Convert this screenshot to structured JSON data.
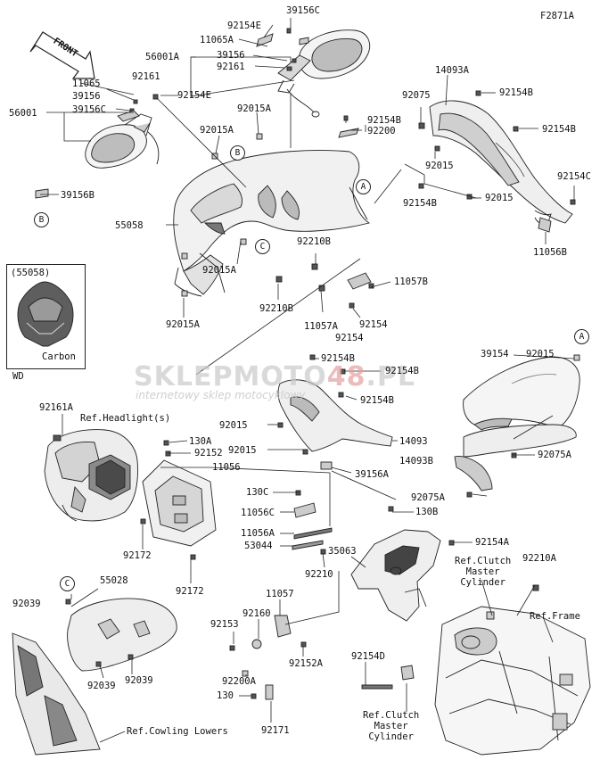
{
  "diagram_code": "F2871A",
  "front_label": "FRONT",
  "watermark": {
    "brand_a": "SKLEP",
    "brand_b": "MOTO",
    "brand_c": "48",
    "brand_d": ".PL",
    "tagline": "internetowy sklep motocyklowy"
  },
  "inset": {
    "part": "(55058)",
    "variant": "Carbon",
    "code": "WD"
  },
  "callouts": [
    "A",
    "B",
    "C"
  ],
  "labels": [
    {
      "id": "p39156c_top",
      "text": "39156C"
    },
    {
      "id": "p92154e_top",
      "text": "92154E"
    },
    {
      "id": "p11065a",
      "text": "11065A"
    },
    {
      "id": "p56001a",
      "text": "56001A"
    },
    {
      "id": "p39156_top",
      "text": "39156"
    },
    {
      "id": "p92161_top",
      "text": "92161"
    },
    {
      "id": "p11065",
      "text": "11065"
    },
    {
      "id": "p92161_l",
      "text": "92161"
    },
    {
      "id": "p39156_l",
      "text": "39156"
    },
    {
      "id": "p39156c_l",
      "text": "39156C"
    },
    {
      "id": "p56001",
      "text": "56001"
    },
    {
      "id": "p92154e_l",
      "text": "92154E"
    },
    {
      "id": "p92015a_1",
      "text": "92015A"
    },
    {
      "id": "p92015a_2",
      "text": "92015A"
    },
    {
      "id": "p39156b",
      "text": "39156B"
    },
    {
      "id": "p55058",
      "text": "55058"
    },
    {
      "id": "p92015a_3",
      "text": "92015A"
    },
    {
      "id": "p92015a_4",
      "text": "92015A"
    },
    {
      "id": "p92154b_1",
      "text": "92154B"
    },
    {
      "id": "p92200",
      "text": "92200"
    },
    {
      "id": "p14093a",
      "text": "14093A"
    },
    {
      "id": "p92075",
      "text": "92075"
    },
    {
      "id": "p92154b_2",
      "text": "92154B"
    },
    {
      "id": "p92154b_3",
      "text": "92154B"
    },
    {
      "id": "p92015_r1",
      "text": "92015"
    },
    {
      "id": "p92154c",
      "text": "92154C"
    },
    {
      "id": "p92154b_4",
      "text": "92154B"
    },
    {
      "id": "p92015_r2",
      "text": "92015"
    },
    {
      "id": "p11056b",
      "text": "11056B"
    },
    {
      "id": "p92210b_1",
      "text": "92210B"
    },
    {
      "id": "p92210b_2",
      "text": "92210B"
    },
    {
      "id": "p11057b",
      "text": "11057B"
    },
    {
      "id": "p11057a",
      "text": "11057A"
    },
    {
      "id": "p92154_a",
      "text": "92154"
    },
    {
      "id": "p92154_b",
      "text": "92154"
    },
    {
      "id": "p92154b_5",
      "text": "92154B"
    },
    {
      "id": "p92154b_6",
      "text": "92154B"
    },
    {
      "id": "p39154",
      "text": "39154"
    },
    {
      "id": "p92015_m",
      "text": "92015"
    },
    {
      "id": "p92161a",
      "text": "92161A"
    },
    {
      "id": "pref_headlight",
      "text": "Ref.Headlight(s)"
    },
    {
      "id": "p92154b_7",
      "text": "92154B"
    },
    {
      "id": "p92015_c1",
      "text": "92015"
    },
    {
      "id": "p92015_c2",
      "text": "92015"
    },
    {
      "id": "p14093",
      "text": "14093"
    },
    {
      "id": "p14093b",
      "text": "14093B"
    },
    {
      "id": "p92075a_1",
      "text": "92075A"
    },
    {
      "id": "p130a",
      "text": "130A"
    },
    {
      "id": "p92152",
      "text": "92152"
    },
    {
      "id": "p11056",
      "text": "11056"
    },
    {
      "id": "p39156a",
      "text": "39156A"
    },
    {
      "id": "p92075a_2",
      "text": "92075A"
    },
    {
      "id": "p130c",
      "text": "130C"
    },
    {
      "id": "p130b",
      "text": "130B"
    },
    {
      "id": "p11056c",
      "text": "11056C"
    },
    {
      "id": "p11056a",
      "text": "11056A"
    },
    {
      "id": "p53044",
      "text": "53044"
    },
    {
      "id": "p92172_1",
      "text": "92172"
    },
    {
      "id": "p92172_2",
      "text": "92172"
    },
    {
      "id": "p35063",
      "text": "35063"
    },
    {
      "id": "p92154a",
      "text": "92154A"
    },
    {
      "id": "pref_clutch1",
      "text": "Ref.Clutch\nMaster\nCylinder"
    },
    {
      "id": "p92210a",
      "text": "92210A"
    },
    {
      "id": "p92210",
      "text": "92210"
    },
    {
      "id": "p55028",
      "text": "55028"
    },
    {
      "id": "p92039_1",
      "text": "92039"
    },
    {
      "id": "p92039_2",
      "text": "92039"
    },
    {
      "id": "p92039_3",
      "text": "92039"
    },
    {
      "id": "p11057",
      "text": "11057"
    },
    {
      "id": "p92160",
      "text": "92160"
    },
    {
      "id": "p92153",
      "text": "92153"
    },
    {
      "id": "p92152a",
      "text": "92152A"
    },
    {
      "id": "p92200a",
      "text": "92200A"
    },
    {
      "id": "p130",
      "text": "130"
    },
    {
      "id": "p92171",
      "text": "92171"
    },
    {
      "id": "p92154d",
      "text": "92154D"
    },
    {
      "id": "pref_frame",
      "text": "Ref.Frame"
    },
    {
      "id": "pref_clutch2",
      "text": "Ref.Clutch\nMaster\nCylinder"
    },
    {
      "id": "pref_cowling",
      "text": "Ref.Cowling Lowers"
    }
  ]
}
